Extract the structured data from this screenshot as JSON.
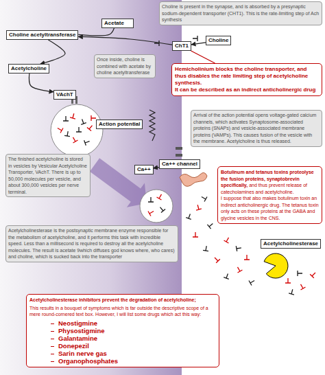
{
  "diagram": {
    "nodes": [
      {
        "text": [
          "Choline is present in the synapse, and is absorbed by a presynaptic sodium-dependent transporter (CHT1). This is the rate-limiting step of Ach synthesis"
        ]
      },
      {
        "text": [
          "Acetate"
        ]
      },
      {
        "text": [
          "Choline acetyltransferase"
        ]
      },
      {
        "text": [
          "Choline"
        ]
      },
      {
        "text": [
          "ChT1"
        ]
      },
      {
        "text": [
          "Once inside, choline is combined with acetate by choline acetyltransferase"
        ]
      },
      {
        "text": [
          "Hemicholinium blocks the choline transporter, and thus disables the rate limiting step of acetylcholine synthesis.",
          "It can be described as an indirect anticholinergic drug"
        ]
      },
      {
        "text": [
          "Acetylcholine"
        ]
      },
      {
        "text": [
          "VAchT"
        ]
      },
      {
        "text": [
          "Arrival of the action potential opens voltage-gated calcium channels, which activates Synaptosome-associated proteins (SNAPs) and vesicle-associated membrane proteins (VAMPs). This causes fusion of the vesicle with the membrane. Acetylcholine is thus released."
        ]
      },
      {
        "text": [
          "Action potential"
        ]
      },
      {
        "text": [
          "The finished acetylcholine is stored in vesicles by Vesicular Acetylcholine Transporter, VAchT. There is up to 50,000 molecules per vesicle, and about 300,000 vesicles per nerve terminal."
        ]
      },
      {
        "text": [
          "Ca++"
        ]
      },
      {
        "text": [
          "Ca++ channel"
        ]
      },
      {
        "text": [
          "Botulinum and tetanus toxins proteolyse the fusion proteins, synaptobrevin specifically,",
          "and thus prevent release of catecholamines and acetylcholine.",
          "I suppose that also makes botulinum toxin an indirect anticholinergic drug. The tetanus toxin only acts on these proteins at the GABA and glycine vesicles in the CNS."
        ]
      },
      {
        "text": [
          "Acetylcholinesterase is the postsynaptic membrane enzyme responsible for the metabolism of acetylcholine, and it performs this task with incredible speed. Less than a millisecond is required to destroy all the acetylcholine molecules. The result is acetate 9which diffuses god knows where, who cares) and choline, which is sucked back into the transporter"
        ]
      },
      {
        "text": [
          "Acetylcholinesterase"
        ]
      },
      {
        "text": [
          "Acetylcholinesterase inhibitors prevent the degradation of acetylcholine;",
          "This results in a bouquet of symptoms which is far outside the descriptive scope of a mere round-cornered text box. However, I will list some drugs which act this way:",
          "Neostigmine",
          "Physostigmine",
          "Galantamine",
          "Donepezil",
          "Sarin nerve gas",
          "Organophosphates"
        ]
      }
    ],
    "edges": [
      {
        "from": 3,
        "to": 4,
        "arrow": "to"
      },
      {
        "from": 4,
        "to": 2,
        "arrow": "to"
      },
      {
        "from": 1,
        "to": 2,
        "arrow": "none"
      },
      {
        "from": 2,
        "to": 7,
        "arrow": "to"
      },
      {
        "from": 7,
        "to": 8,
        "arrow": "to"
      },
      {
        "from": 6,
        "to": 4,
        "arrow": "none"
      },
      {
        "from": 13,
        "to": 12,
        "arrow": "to"
      }
    ]
  }
}
